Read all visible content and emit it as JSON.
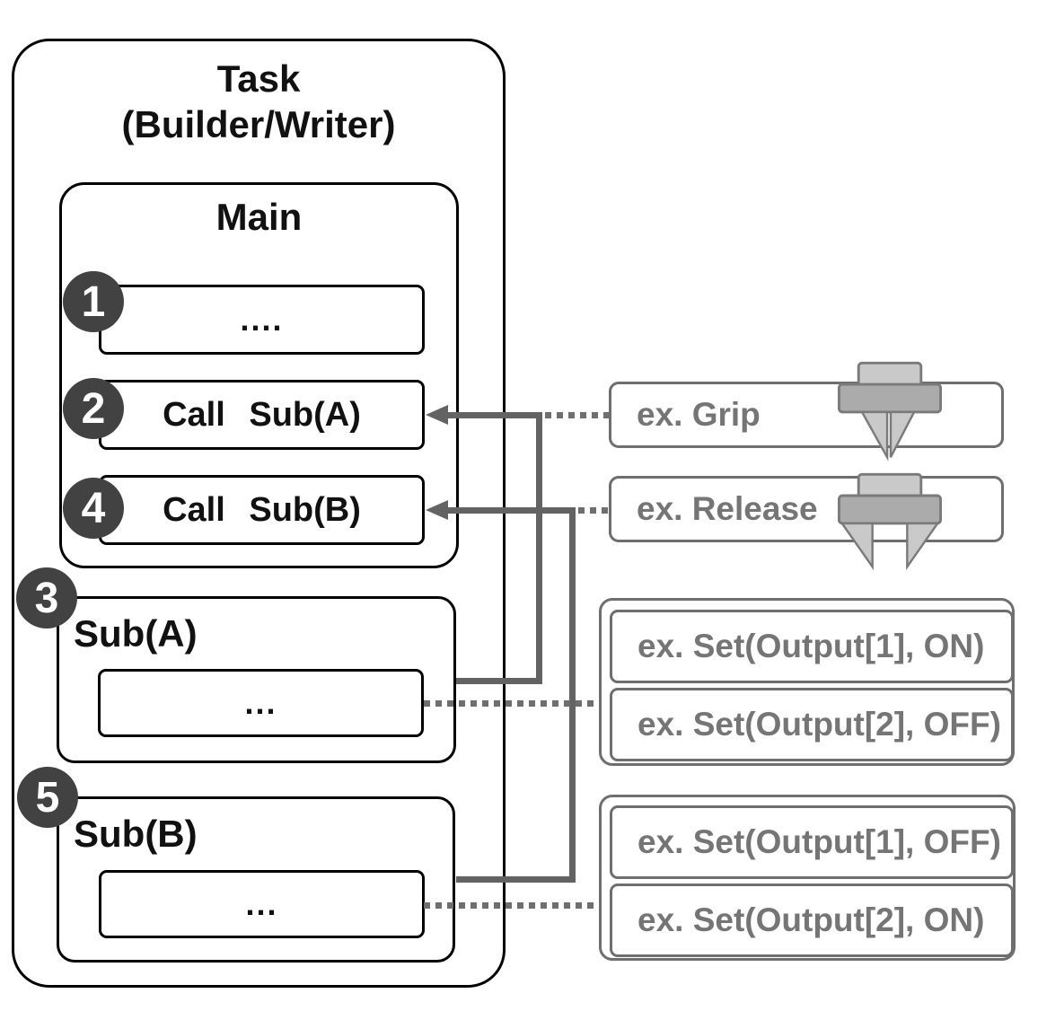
{
  "task_box": {
    "title_line1": "Task",
    "title_line2": "(Builder/Writer)"
  },
  "main_box": {
    "title": "Main",
    "steps": [
      {
        "num": "1",
        "label": "...."
      },
      {
        "num": "2",
        "label": "Call Sub(A)"
      },
      {
        "num": "4",
        "label": "Call Sub(B)"
      }
    ]
  },
  "sub_a": {
    "num": "3",
    "title": "Sub(A)",
    "body": "..."
  },
  "sub_b": {
    "num": "5",
    "title": "Sub(B)",
    "body": "..."
  },
  "annotations": {
    "grip": {
      "label": "ex. Grip",
      "icon": "gripper-closed-icon"
    },
    "release": {
      "label": "ex. Release",
      "icon": "gripper-open-icon"
    },
    "set_group_a": {
      "lines": [
        "ex. Set(Output[1], ON)",
        "ex. Set(Output[2], OFF)"
      ]
    },
    "set_group_b": {
      "lines": [
        "ex. Set(Output[1], OFF)",
        "ex. Set(Output[2], ON)"
      ]
    }
  },
  "colors": {
    "box_border": "#000000",
    "annotation_border": "#6e6e6e",
    "annotation_text": "#757575",
    "connector": "#636363",
    "badge_bg": "#424242",
    "icon_light": "#c9c9c9",
    "icon_mid": "#ababab",
    "icon_stroke": "#7a7a7a"
  }
}
